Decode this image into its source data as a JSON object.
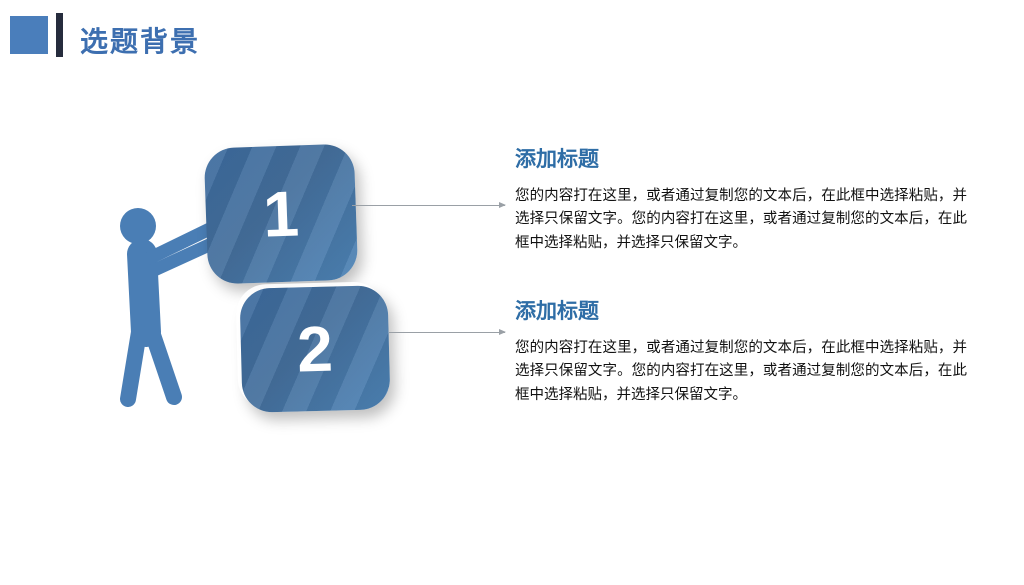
{
  "slide": {
    "title": "选题背景",
    "accent_color": "#4a7ebb"
  },
  "items": [
    {
      "number": "1",
      "title": "添加标题",
      "body": "您的内容打在这里，或者通过复制您的文本后，在此框中选择粘贴，并选择只保留文字。您的内容打在这里，或者通过复制您的文本后，在此框中选择粘贴，并选择只保留文字。"
    },
    {
      "number": "2",
      "title": "添加标题",
      "body": "您的内容打在这里，或者通过复制您的文本后，在此框中选择粘贴，并选择只保留文字。您的内容打在这里，或者通过复制您的文本后，在此框中选择粘贴，并选择只保留文字。"
    }
  ]
}
